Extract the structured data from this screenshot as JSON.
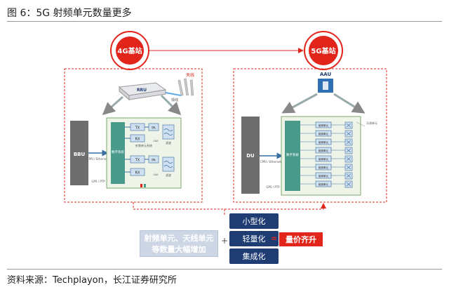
{
  "header": {
    "title": "图 6：5G 射频单元数量更多"
  },
  "footer": {
    "source": "资料来源：Techplayon，长江证券研究所"
  },
  "nodes": {
    "station_4g": "4G基站",
    "station_5g": "5G基站",
    "aau": "AAU",
    "rru": "RRU",
    "antenna_4g": "天线",
    "feeder": "馈线",
    "bbu": "BBU",
    "du": "DU",
    "digital_4g": "数字系统",
    "digital_5g": "数字系统",
    "rf_4g": "射频单元系统",
    "antenna_unit_5g": "天线单元",
    "cpri_4g": "CPRI / Ethernet",
    "cpri_5g": "CPRI / Ethernet",
    "gps_4g": "GPS / PTP",
    "gps_5g": "GPS / PTP",
    "tx": "TX",
    "rx": "RX",
    "pa": "PA",
    "lna": "LNA",
    "filter": "滤波",
    "rf_unit_5g": "射频单元"
  },
  "bottom": {
    "left_text_line1": "射频单元、天线单元",
    "left_text_line2": "等数量大幅增加",
    "plus": "+",
    "features": [
      "小型化",
      "轻量化",
      "集成化"
    ],
    "equals": "=",
    "result": "量价齐升"
  },
  "colors": {
    "red": "#e1251b",
    "navy": "#1f3d73",
    "teal": "#4a9a8c",
    "lightblue": "#cfe0f0"
  }
}
